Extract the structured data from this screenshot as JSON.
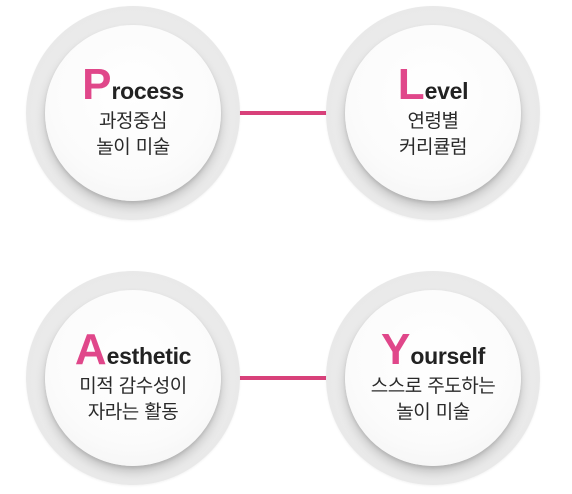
{
  "circles": [
    {
      "initial": "P",
      "rest": "rocess",
      "lines": [
        "과정중심",
        "놀이 미술"
      ]
    },
    {
      "initial": "L",
      "rest": "evel",
      "lines": [
        "연령별",
        "커리큘럼"
      ]
    },
    {
      "initial": "A",
      "rest": "esthetic",
      "lines": [
        "미적 감수성이",
        "자라는 활동"
      ]
    },
    {
      "initial": "Y",
      "rest": "ourself",
      "lines": [
        "스스로 주도하는",
        "놀이 미술"
      ]
    }
  ],
  "colors": {
    "accent": "#e0478a",
    "connector": "#d8417a",
    "text": "#222222"
  }
}
